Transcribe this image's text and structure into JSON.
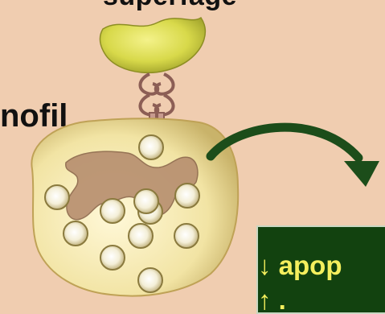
{
  "labels": {
    "top": "superfage",
    "cell": "nofil"
  },
  "result_box": {
    "line1": "↓ apop",
    "line2": "↑ ."
  },
  "colors": {
    "background": "#f0cdb0",
    "antigen": "#d8d94a",
    "receptor": "#8c5e55",
    "cell_body": "#f2e4a4",
    "nucleus": "#b89070",
    "arrow": "#1c4d1a",
    "box_bg": "#12420f",
    "box_text": "#f4ef5d"
  }
}
